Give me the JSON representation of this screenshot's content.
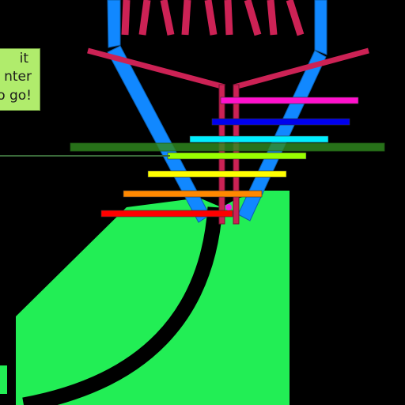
{
  "hint": {
    "lines": [
      "it",
      "nter",
      "o go!"
    ]
  },
  "colors": {
    "background": "#000000",
    "ground": "#22ee55",
    "funnel": "#1188ff",
    "rails": "#cc2255",
    "hint_bg": "#b0ec6c",
    "target_band": "#2f8a1f",
    "marker": "#ee22ee"
  },
  "bars": [
    {
      "color": "#ff11cc"
    },
    {
      "color": "#0000ee"
    },
    {
      "color": "#00eeff"
    },
    {
      "color": "#99ff00"
    },
    {
      "color": "#ffff00"
    },
    {
      "color": "#ff8800"
    },
    {
      "color": "#ff0000"
    }
  ]
}
